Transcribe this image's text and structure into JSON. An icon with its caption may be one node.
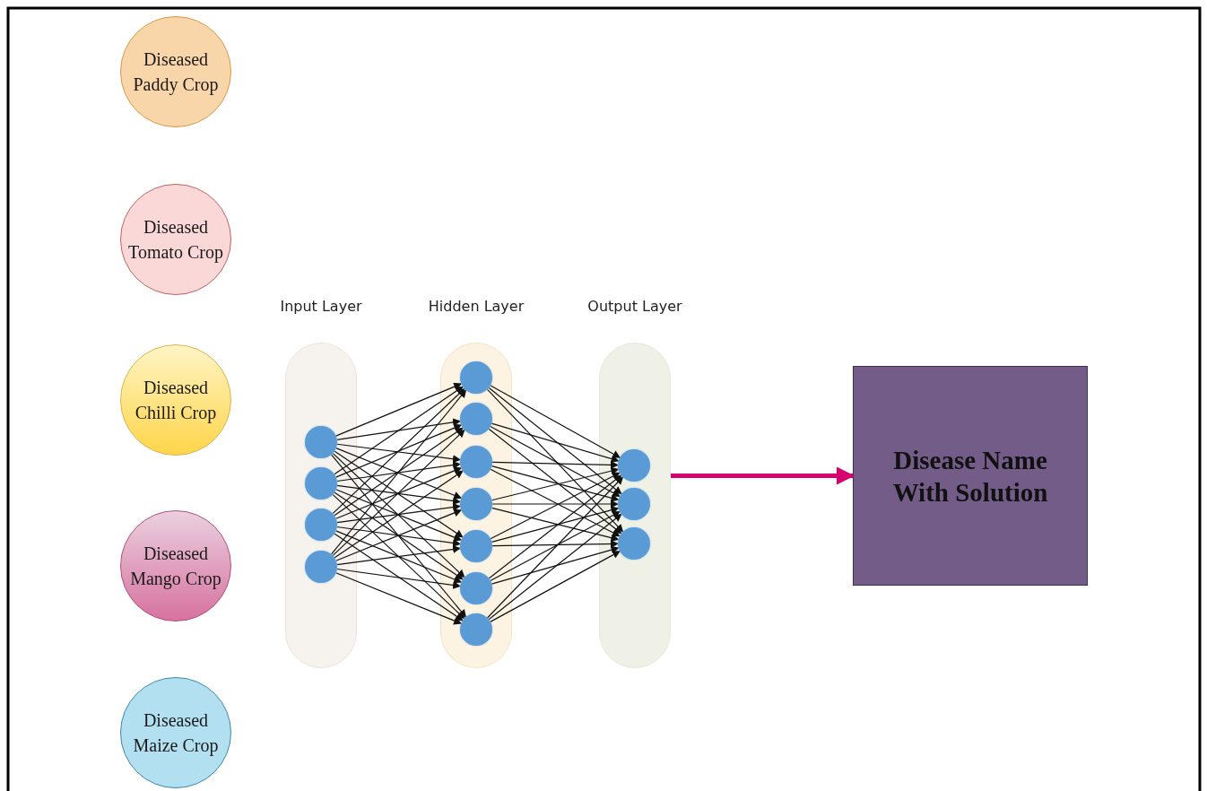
{
  "diagram": {
    "nodes": [
      {
        "text": [
          "Diseased Paddy Crop"
        ]
      },
      {
        "text": [
          "Diseased Tomato Crop"
        ]
      },
      {
        "text": [
          "Diseased Chilli Crop"
        ]
      },
      {
        "text": [
          "Diseased Mango Crop"
        ]
      },
      {
        "text": [
          "Diseased Maize Crop"
        ]
      },
      {
        "text": [
          "Input Layer"
        ]
      },
      {
        "text": [],
        "shape": "circle",
        "in": 5
      },
      {
        "text": [],
        "shape": "circle",
        "in": 5
      },
      {
        "text": [],
        "shape": "circle",
        "in": 5
      },
      {
        "text": [],
        "shape": "circle",
        "in": 5
      },
      {
        "text": [
          "Hidden Layer"
        ]
      },
      {
        "text": [],
        "shape": "circle",
        "in": 10
      },
      {
        "text": [],
        "shape": "circle",
        "in": 10
      },
      {
        "text": [],
        "shape": "circle",
        "in": 10
      },
      {
        "text": [],
        "shape": "circle",
        "in": 10
      },
      {
        "text": [],
        "shape": "circle",
        "in": 10
      },
      {
        "text": [],
        "shape": "circle",
        "in": 10
      },
      {
        "text": [],
        "shape": "circle",
        "in": 10
      },
      {
        "text": [
          "Output Layer"
        ]
      },
      {
        "text": [],
        "shape": "circle",
        "in": 18
      },
      {
        "text": [],
        "shape": "circle",
        "in": 18
      },
      {
        "text": [],
        "shape": "circle",
        "in": 18
      },
      {
        "text": [
          "Disease Name With Solution"
        ]
      }
    ],
    "edges": [
      {
        "from": 6,
        "to": 11,
        "arrow": "to"
      },
      {
        "from": 6,
        "to": 12,
        "arrow": "to"
      },
      {
        "from": 6,
        "to": 13,
        "arrow": "to"
      },
      {
        "from": 6,
        "to": 14,
        "arrow": "to"
      },
      {
        "from": 6,
        "to": 15,
        "arrow": "to"
      },
      {
        "from": 6,
        "to": 16,
        "arrow": "to"
      },
      {
        "from": 6,
        "to": 17,
        "arrow": "to"
      },
      {
        "from": 7,
        "to": 11,
        "arrow": "to"
      },
      {
        "from": 7,
        "to": 12,
        "arrow": "to"
      },
      {
        "from": 7,
        "to": 13,
        "arrow": "to"
      },
      {
        "from": 7,
        "to": 14,
        "arrow": "to"
      },
      {
        "from": 7,
        "to": 15,
        "arrow": "to"
      },
      {
        "from": 7,
        "to": 16,
        "arrow": "to"
      },
      {
        "from": 7,
        "to": 17,
        "arrow": "to"
      },
      {
        "from": 8,
        "to": 11,
        "arrow": "to"
      },
      {
        "from": 8,
        "to": 12,
        "arrow": "to"
      },
      {
        "from": 8,
        "to": 13,
        "arrow": "to"
      },
      {
        "from": 8,
        "to": 14,
        "arrow": "to"
      },
      {
        "from": 8,
        "to": 15,
        "arrow": "to"
      },
      {
        "from": 8,
        "to": 16,
        "arrow": "to"
      },
      {
        "from": 8,
        "to": 17,
        "arrow": "to"
      },
      {
        "from": 9,
        "to": 11,
        "arrow": "to"
      },
      {
        "from": 9,
        "to": 12,
        "arrow": "to"
      },
      {
        "from": 9,
        "to": 13,
        "arrow": "to"
      },
      {
        "from": 9,
        "to": 14,
        "arrow": "to"
      },
      {
        "from": 9,
        "to": 15,
        "arrow": "to"
      },
      {
        "from": 9,
        "to": 16,
        "arrow": "to"
      },
      {
        "from": 9,
        "to": 17,
        "arrow": "to"
      },
      {
        "from": 11,
        "to": 19,
        "arrow": "to"
      },
      {
        "from": 11,
        "to": 20,
        "arrow": "to"
      },
      {
        "from": 11,
        "to": 21,
        "arrow": "to"
      },
      {
        "from": 12,
        "to": 19,
        "arrow": "to"
      },
      {
        "from": 12,
        "to": 20,
        "arrow": "to"
      },
      {
        "from": 12,
        "to": 21,
        "arrow": "to"
      },
      {
        "from": 13,
        "to": 19,
        "arrow": "to"
      },
      {
        "from": 13,
        "to": 20,
        "arrow": "to"
      },
      {
        "from": 13,
        "to": 21,
        "arrow": "to"
      },
      {
        "from": 14,
        "to": 19,
        "arrow": "to"
      },
      {
        "from": 14,
        "to": 20,
        "arrow": "to"
      },
      {
        "from": 14,
        "to": 21,
        "arrow": "to"
      },
      {
        "from": 15,
        "to": 19,
        "arrow": "to"
      },
      {
        "from": 15,
        "to": 20,
        "arrow": "to"
      },
      {
        "from": 15,
        "to": 21,
        "arrow": "to"
      },
      {
        "from": 16,
        "to": 19,
        "arrow": "to"
      },
      {
        "from": 16,
        "to": 20,
        "arrow": "to"
      },
      {
        "from": 16,
        "to": 21,
        "arrow": "to"
      },
      {
        "from": 17,
        "to": 19,
        "arrow": "to"
      },
      {
        "from": 17,
        "to": 20,
        "arrow": "to"
      },
      {
        "from": 17,
        "to": 21,
        "arrow": "to"
      },
      {
        "from": 18,
        "to": 22,
        "arrow": "to",
        "style": "thick",
        "color": "#d6006e"
      }
    ]
  }
}
